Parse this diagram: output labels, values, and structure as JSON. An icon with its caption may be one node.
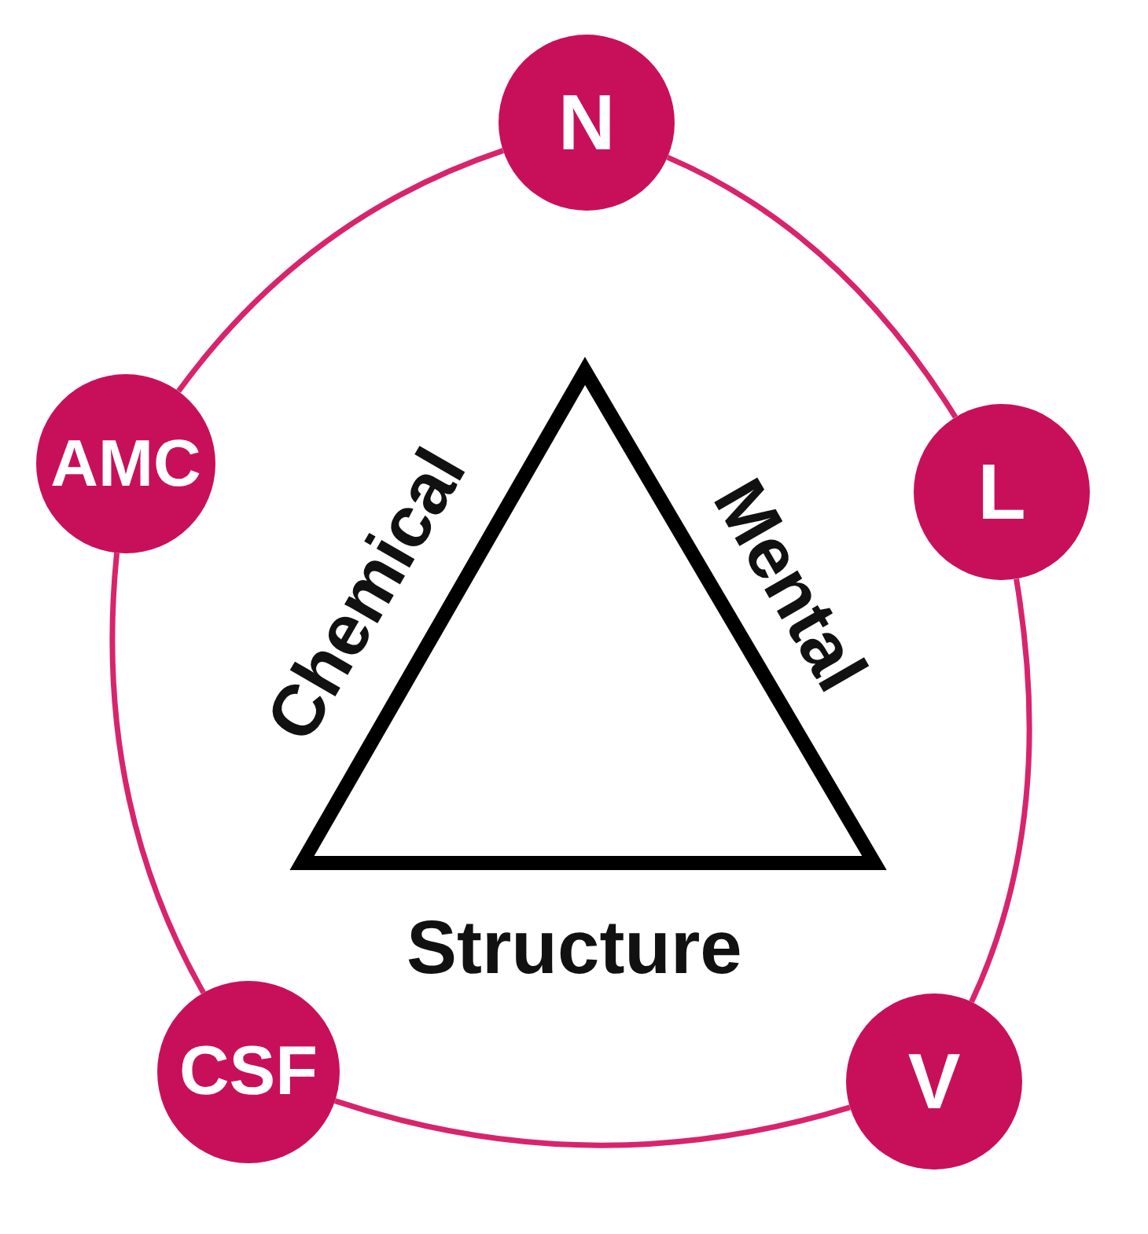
{
  "diagram": {
    "nodes": [
      {
        "text": [
          "N"
        ]
      },
      {
        "text": [
          "L"
        ]
      },
      {
        "text": [
          "V"
        ]
      },
      {
        "text": [
          "CSF"
        ]
      },
      {
        "text": [
          "AMC"
        ]
      }
    ],
    "edges": [
      {
        "from": 0,
        "to": 1,
        "arrow": "none"
      },
      {
        "from": 1,
        "to": 2,
        "arrow": "none"
      },
      {
        "from": 2,
        "to": 3,
        "arrow": "none"
      },
      {
        "from": 3,
        "to": 4,
        "arrow": "none"
      },
      {
        "from": 4,
        "to": 0,
        "arrow": "none"
      }
    ],
    "labels": [
      "Chemical",
      "Mental",
      "Structure"
    ]
  }
}
